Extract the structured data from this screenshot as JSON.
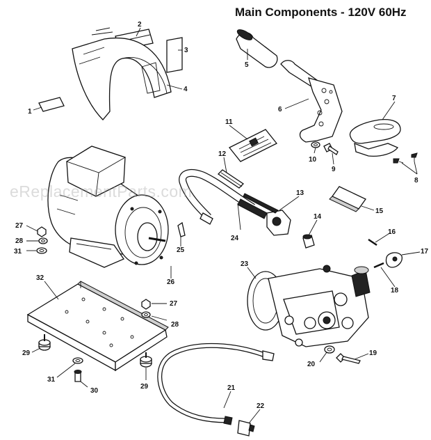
{
  "title": "Main Components - 120V 60Hz",
  "watermark": "eReplacementParts.com",
  "callouts": [
    {
      "id": "c1",
      "label": "1"
    },
    {
      "id": "c2",
      "label": "2"
    },
    {
      "id": "c3",
      "label": "3"
    },
    {
      "id": "c4",
      "label": "4"
    },
    {
      "id": "c5",
      "label": "5"
    },
    {
      "id": "c6",
      "label": "6"
    },
    {
      "id": "c7",
      "label": "7"
    },
    {
      "id": "c8",
      "label": "8"
    },
    {
      "id": "c9",
      "label": "9"
    },
    {
      "id": "c10",
      "label": "10"
    },
    {
      "id": "c11",
      "label": "11"
    },
    {
      "id": "c12",
      "label": "12"
    },
    {
      "id": "c13",
      "label": "13"
    },
    {
      "id": "c14",
      "label": "14"
    },
    {
      "id": "c15",
      "label": "15"
    },
    {
      "id": "c16",
      "label": "16"
    },
    {
      "id": "c17",
      "label": "17"
    },
    {
      "id": "c18",
      "label": "18"
    },
    {
      "id": "c19",
      "label": "19"
    },
    {
      "id": "c20",
      "label": "20"
    },
    {
      "id": "c21",
      "label": "21"
    },
    {
      "id": "c22",
      "label": "22"
    },
    {
      "id": "c23",
      "label": "23"
    },
    {
      "id": "c24",
      "label": "24"
    },
    {
      "id": "c25",
      "label": "25"
    },
    {
      "id": "c26",
      "label": "26"
    },
    {
      "id": "c27a",
      "label": "27"
    },
    {
      "id": "c27b",
      "label": "27"
    },
    {
      "id": "c28a",
      "label": "28"
    },
    {
      "id": "c28b",
      "label": "28"
    },
    {
      "id": "c29a",
      "label": "29"
    },
    {
      "id": "c29b",
      "label": "29"
    },
    {
      "id": "c30",
      "label": "30"
    },
    {
      "id": "c31a",
      "label": "31"
    },
    {
      "id": "c31b",
      "label": "31"
    },
    {
      "id": "c32",
      "label": "32"
    }
  ]
}
